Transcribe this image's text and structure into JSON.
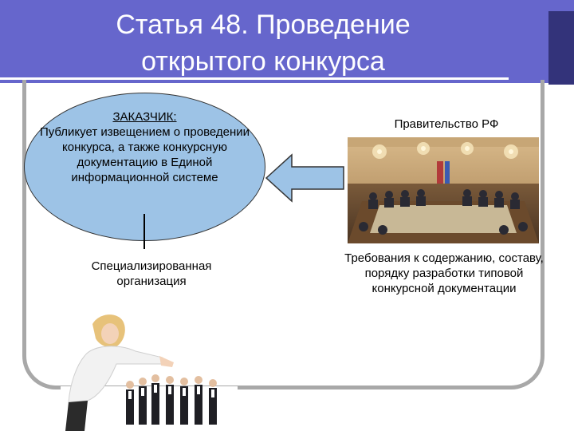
{
  "slide": {
    "title_line1": "Статья 48. Проведение",
    "title_line2": "открытого конкурса",
    "customer": {
      "heading": "ЗАКАЗЧИК:",
      "body": "Публикует извещением о проведении конкурса, а также конкурсную документацию в Единой информационной системе"
    },
    "specialized_org": "Специализированная организация",
    "government": "Правительство РФ",
    "requirements": "Требования к содержанию, составу, порядку разработки типовой конкурсной документации"
  },
  "colors": {
    "title_bar": "#6666cc",
    "ellipse_fill": "#9dc3e6",
    "frame": "#a8a8a8"
  },
  "icons": [
    "left-arrow-icon",
    "government-meeting-photo",
    "businesswoman-people-photo"
  ]
}
